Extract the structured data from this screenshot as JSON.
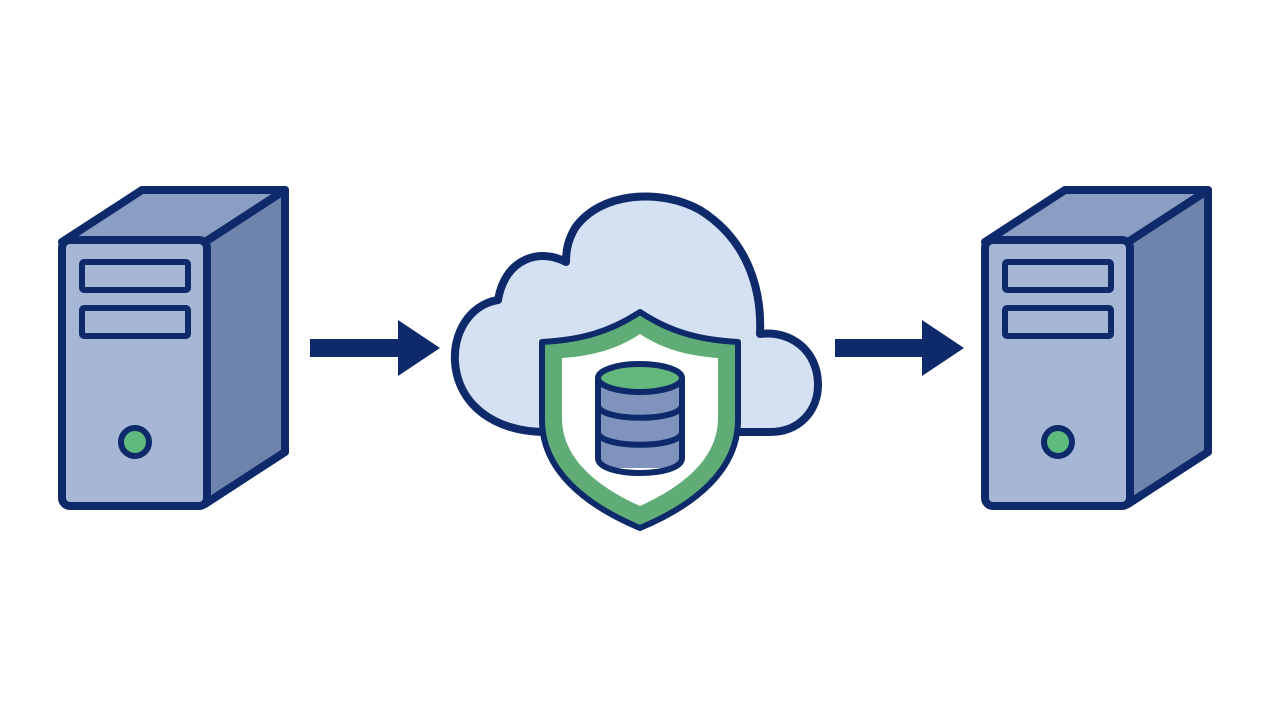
{
  "colors": {
    "background": "#ffffff",
    "outline": "#0e2a6b",
    "server_front": "#a6b6d5",
    "server_side": "#6f84ad",
    "server_top": "#8a9dc3",
    "power_led": "#5fba7d",
    "cloud_fill": "#d4e1f2",
    "shield_green": "#5fac76",
    "shield_inner": "#ffffff",
    "database_body": "#7f93bd",
    "database_top": "#63b77c"
  },
  "nodes": [
    {
      "role": "source-server",
      "icon": "server-icon"
    },
    {
      "role": "cloud-secure-storage",
      "icon": "cloud-shield-database-icon"
    },
    {
      "role": "destination-server",
      "icon": "server-icon"
    }
  ],
  "edges": [
    {
      "from": "source-server",
      "to": "cloud-secure-storage",
      "icon": "arrow-right-icon"
    },
    {
      "from": "cloud-secure-storage",
      "to": "destination-server",
      "icon": "arrow-right-icon"
    }
  ]
}
